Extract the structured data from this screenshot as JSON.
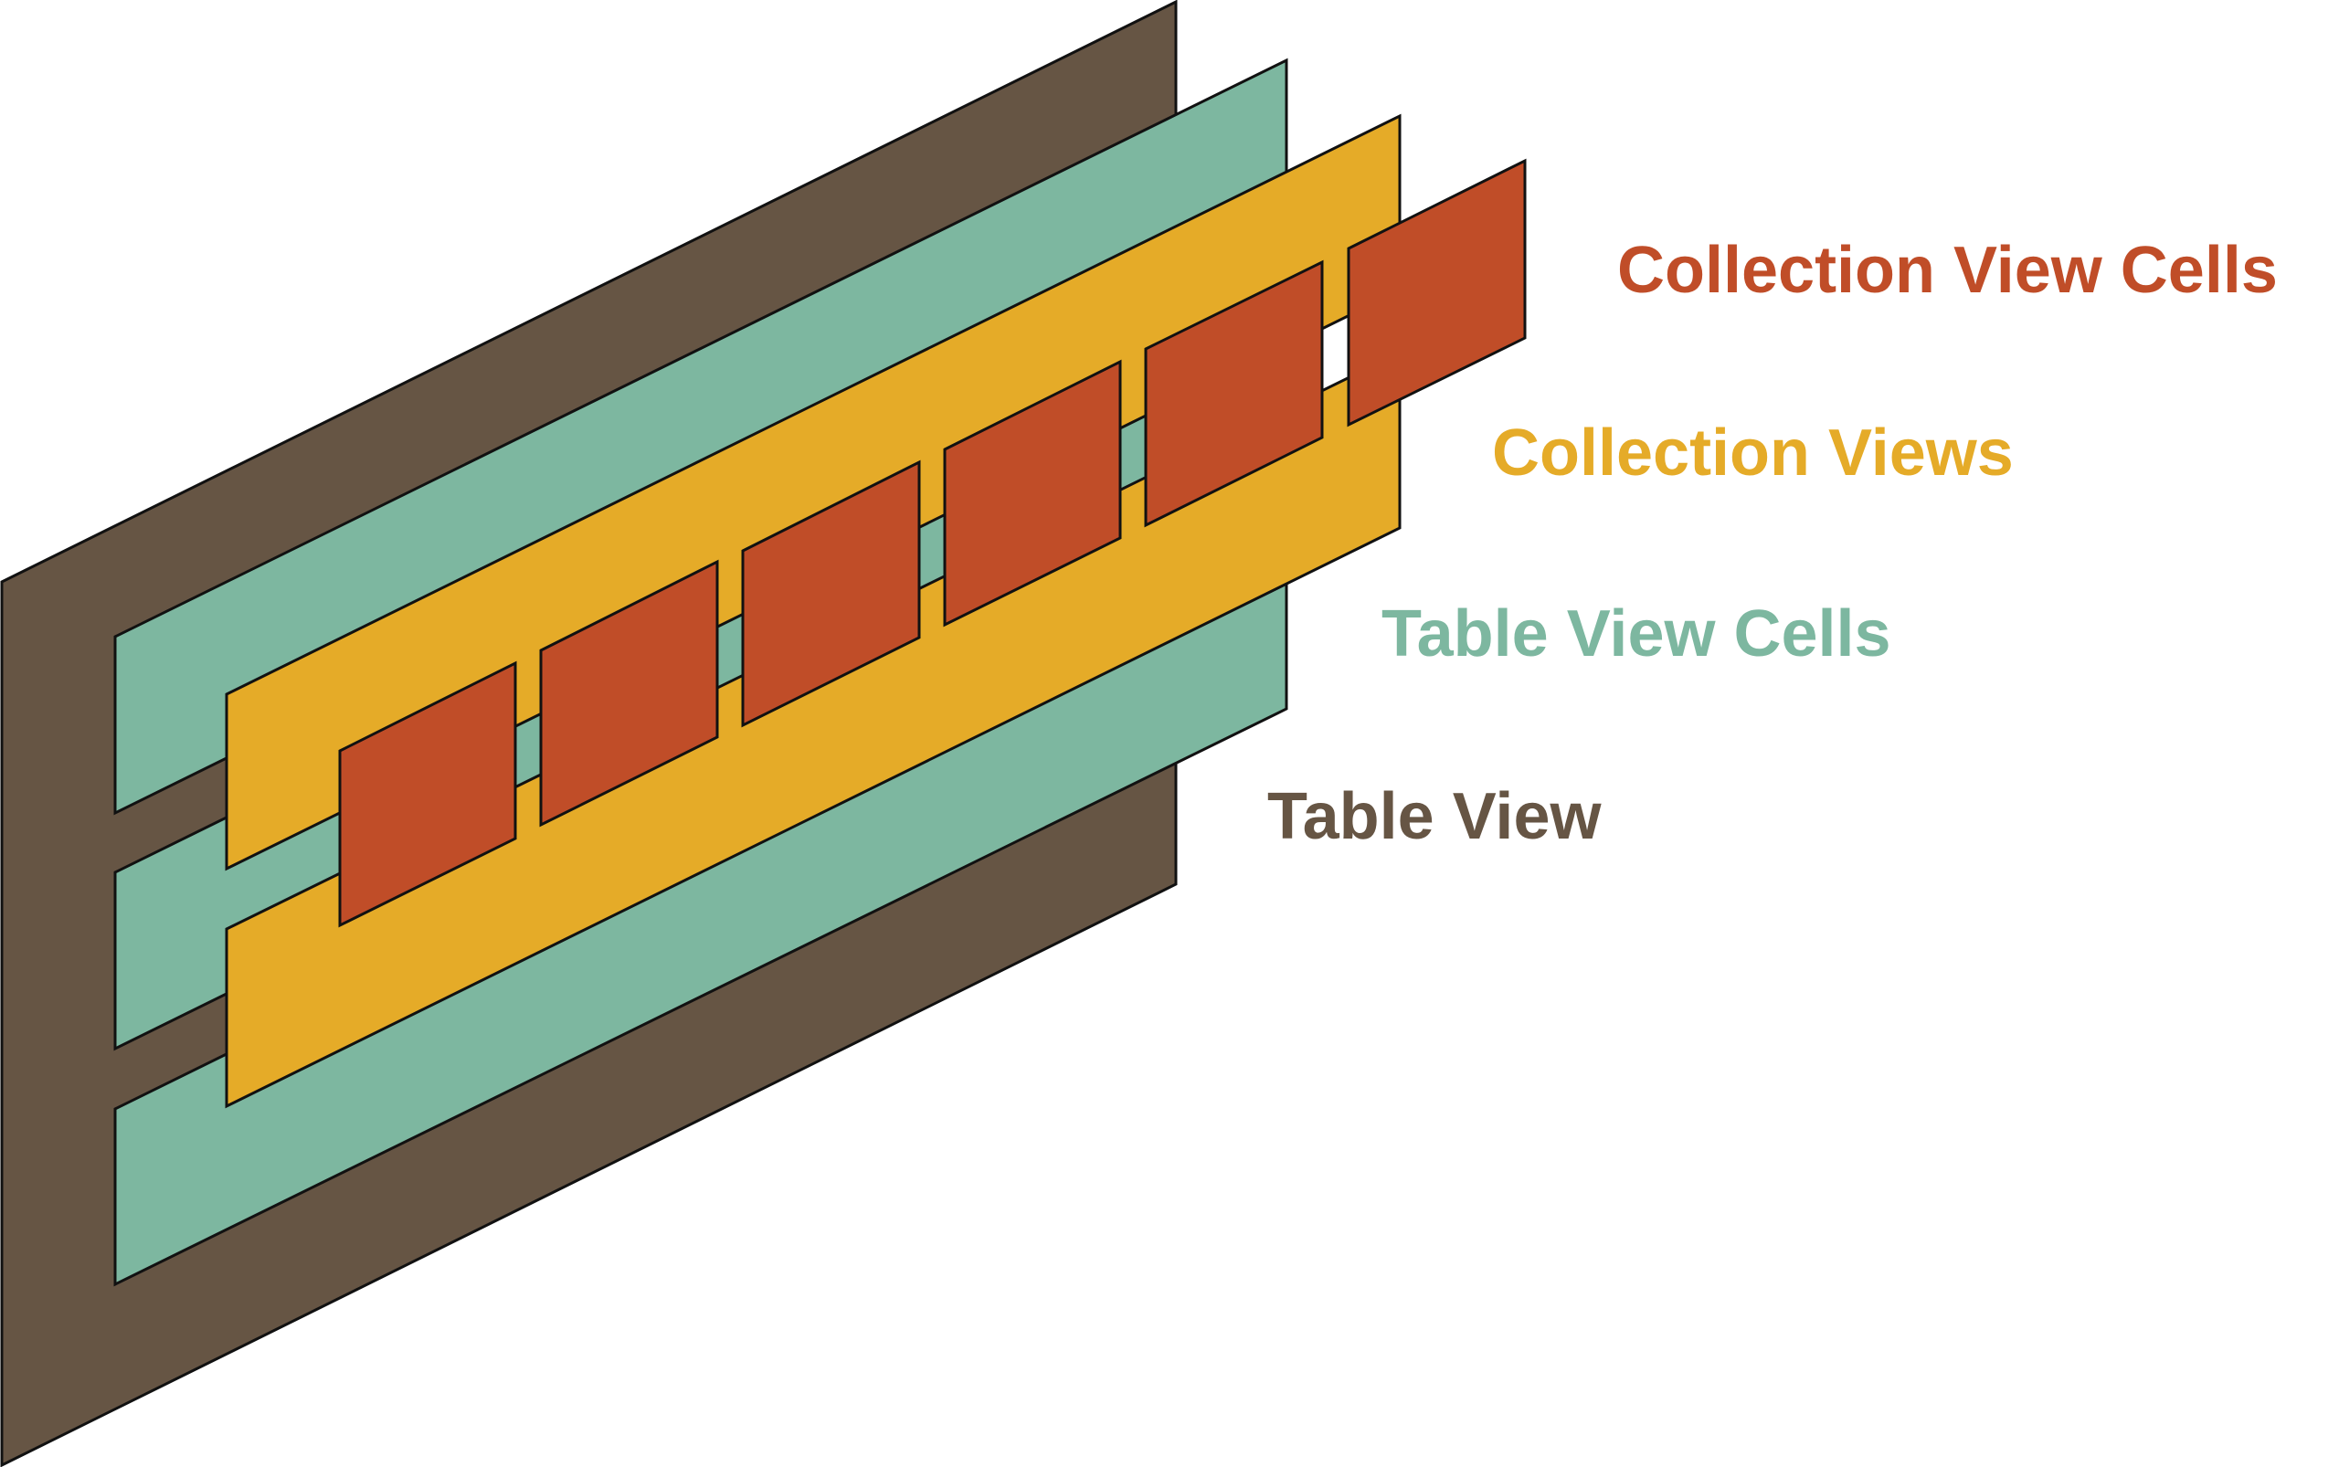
{
  "colors": {
    "table_view": "#665544",
    "table_view_cells": "#7db7a0",
    "collection_views": "#e5ab28",
    "collection_view_cells": "#c04d28",
    "outline": "#111111"
  },
  "labels": {
    "collection_view_cells": "Collection View Cells",
    "collection_views": "Collection Views",
    "table_view_cells": "Table View Cells",
    "table_view": "Table View"
  }
}
